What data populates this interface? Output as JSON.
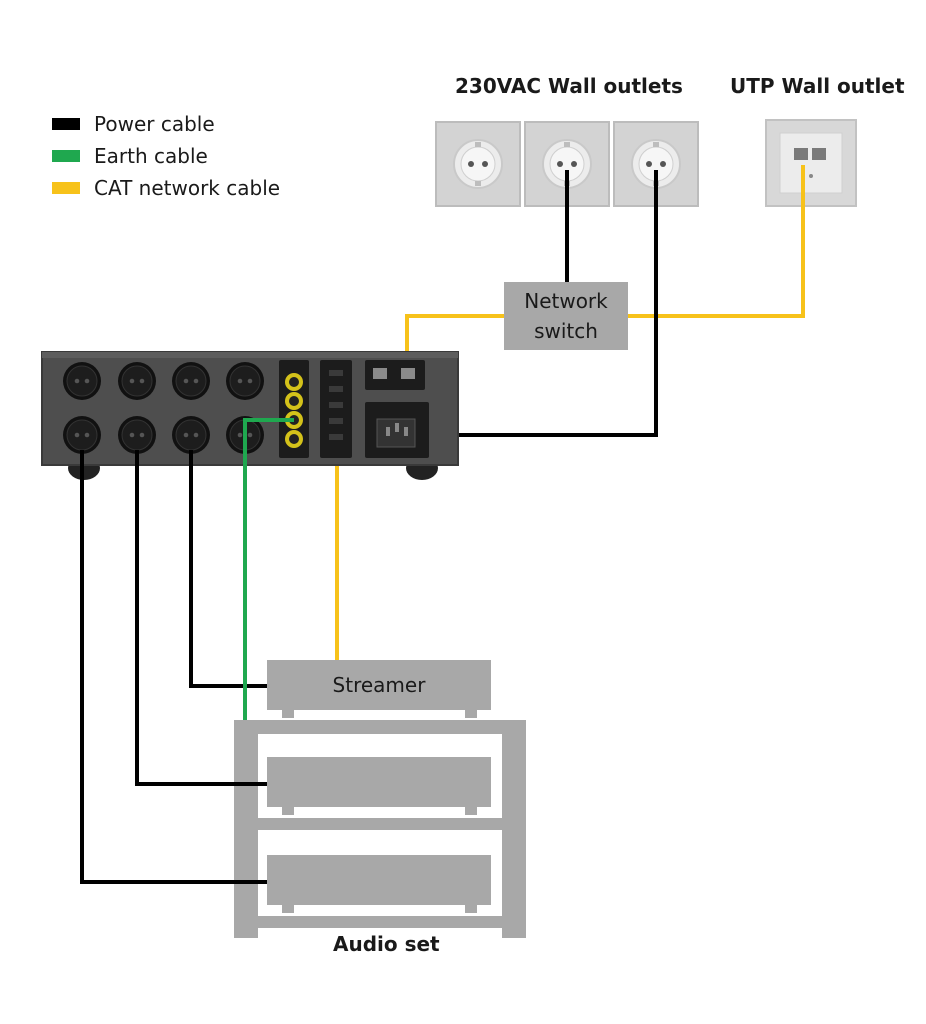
{
  "legend": {
    "items": [
      {
        "label": "Power cable",
        "color": "#000000"
      },
      {
        "label": "Earth cable",
        "color": "#1fa84f"
      },
      {
        "label": "CAT network cable",
        "color": "#f7c21a"
      }
    ]
  },
  "colors": {
    "power": "#000000",
    "earth": "#1fa84f",
    "network": "#f7c21a",
    "device_gray": "#a8a8a8",
    "strip_body": "#4e4e4e",
    "outlet_plate": "#d6d6d6"
  },
  "headings": {
    "wall_outlets": "230VAC Wall outlets",
    "utp_outlet": "UTP Wall outlet",
    "audio_set": "Audio set"
  },
  "devices": {
    "network_switch": [
      "Network",
      "switch"
    ],
    "streamer": "Streamer"
  }
}
